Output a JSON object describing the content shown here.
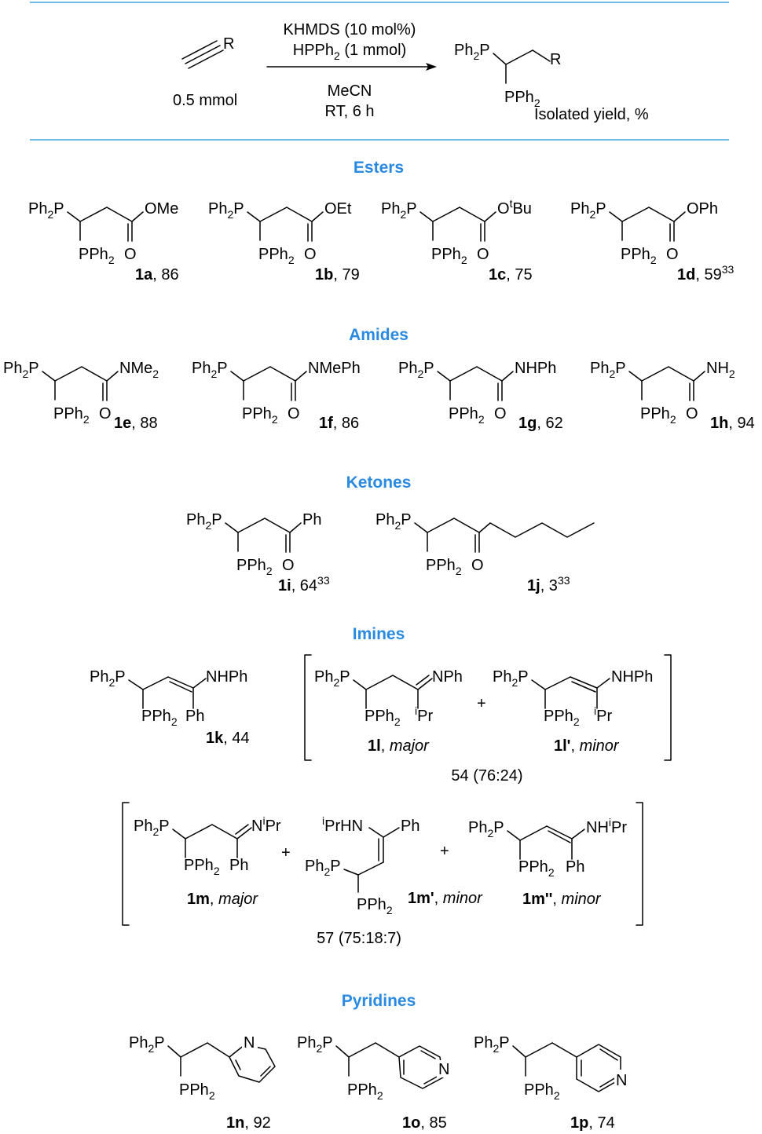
{
  "colors": {
    "section_heading": "#2a8ae2",
    "rule": "#1e90e0",
    "text": "#000000"
  },
  "reaction": {
    "reagent1": "KHMDS (10 mol%)",
    "reagent2_a": "HPPh",
    "reagent2_sub": "2",
    "reagent2_b": " (1 mmol)",
    "solvent": "MeCN",
    "conditions": "RT, 6 h",
    "substrate_amount": "0.5 mmol",
    "r_group": "R",
    "yield_note": "Isolated yield, %"
  },
  "sections": {
    "esters": "Esters",
    "amides": "Amides",
    "ketones": "Ketones",
    "imines": "Imines",
    "pyridines": "Pyridines"
  },
  "compounds": {
    "1a": {
      "id": "1a",
      "yield": ", 86",
      "group": "OMe"
    },
    "1b": {
      "id": "1b",
      "yield": ", 79",
      "group": "OEt"
    },
    "1c": {
      "id": "1c",
      "yield": ", 75",
      "group_a": "O",
      "group_sup": "t",
      "group_b": "Bu"
    },
    "1d": {
      "id": "1d",
      "yield": ", 59",
      "ref": "33",
      "group": "OPh"
    },
    "1e": {
      "id": "1e",
      "yield": ", 88",
      "group": "NMe",
      "group_sub": "2"
    },
    "1f": {
      "id": "1f",
      "yield": ", 86",
      "group": "NMePh"
    },
    "1g": {
      "id": "1g",
      "yield": ", 62",
      "group": "NHPh"
    },
    "1h": {
      "id": "1h",
      "yield": ", 94",
      "group": "NH",
      "group_sub": "2"
    },
    "1i": {
      "id": "1i",
      "yield": ", 64",
      "ref": "33",
      "group": "Ph"
    },
    "1j": {
      "id": "1j",
      "yield": ", 3",
      "ref": "33"
    },
    "1k": {
      "id": "1k",
      "yield": ", 44",
      "group": "NHPh",
      "sub": "Ph"
    },
    "1l": {
      "id": "1l",
      "note": "major",
      "group": "NPh",
      "sub_sup": "i",
      "sub": "Pr"
    },
    "1l_prime": {
      "id": "1l'",
      "note": "minor",
      "group": "NHPh",
      "sub_sup": "i",
      "sub": "Pr"
    },
    "1l_ratio": "54 (76:24)",
    "1m": {
      "id": "1m",
      "note": "major",
      "group_a": "N",
      "group_sup": "i",
      "group_b": "Pr",
      "sub": "Ph"
    },
    "1m_prime": {
      "id": "1m'",
      "note": "minor",
      "group_sup": "i",
      "group_b": "PrHN",
      "sub": "Ph"
    },
    "1m_dprime": {
      "id": "1m''",
      "note": "minor",
      "group_a": "NH",
      "group_sup": "i",
      "group_b": "Pr",
      "sub": "Ph"
    },
    "1m_ratio": "57 (75:18:7)",
    "1n": {
      "id": "1n",
      "yield": ", 92"
    },
    "1o": {
      "id": "1o",
      "yield": ", 85"
    },
    "1p": {
      "id": "1p",
      "yield": ", 74"
    }
  },
  "common": {
    "ph2p_a": "Ph",
    "ph2p_sub": "2",
    "ph2p_b": "P",
    "pph2_a": "PPh",
    "pph2_sub": "2",
    "o": "O",
    "n": "N",
    "plus": "+",
    "comma": ", "
  }
}
